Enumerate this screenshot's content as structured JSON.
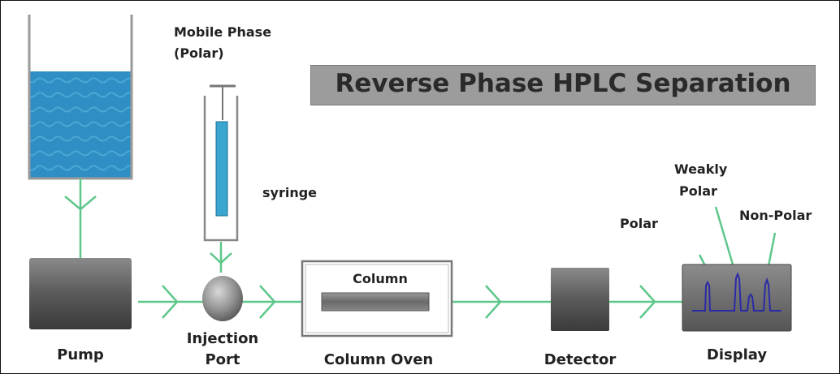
{
  "title": "Reverse Phase HPLC Separation",
  "labels": {
    "mobile_phase": "Mobile Phase",
    "mobile_phase_type": "(Polar)",
    "syringe": "syringe",
    "pump": "Pump",
    "injection": "Injection",
    "port": "Port",
    "column": "Column",
    "column_oven": "Column Oven",
    "detector": "Detector",
    "display": "Display",
    "weakly": "Weakly",
    "polar_2": "Polar",
    "polar": "Polar",
    "non_polar": "Non-Polar"
  },
  "colors": {
    "flow_line": "#5ec78a",
    "liquid": "#2f8fc4",
    "syringe_fluid": "#3aa6d0",
    "device_gray": "#5a5a5a",
    "title_box": "#9c9c9c",
    "peak_trace": "#2a2aa8"
  }
}
